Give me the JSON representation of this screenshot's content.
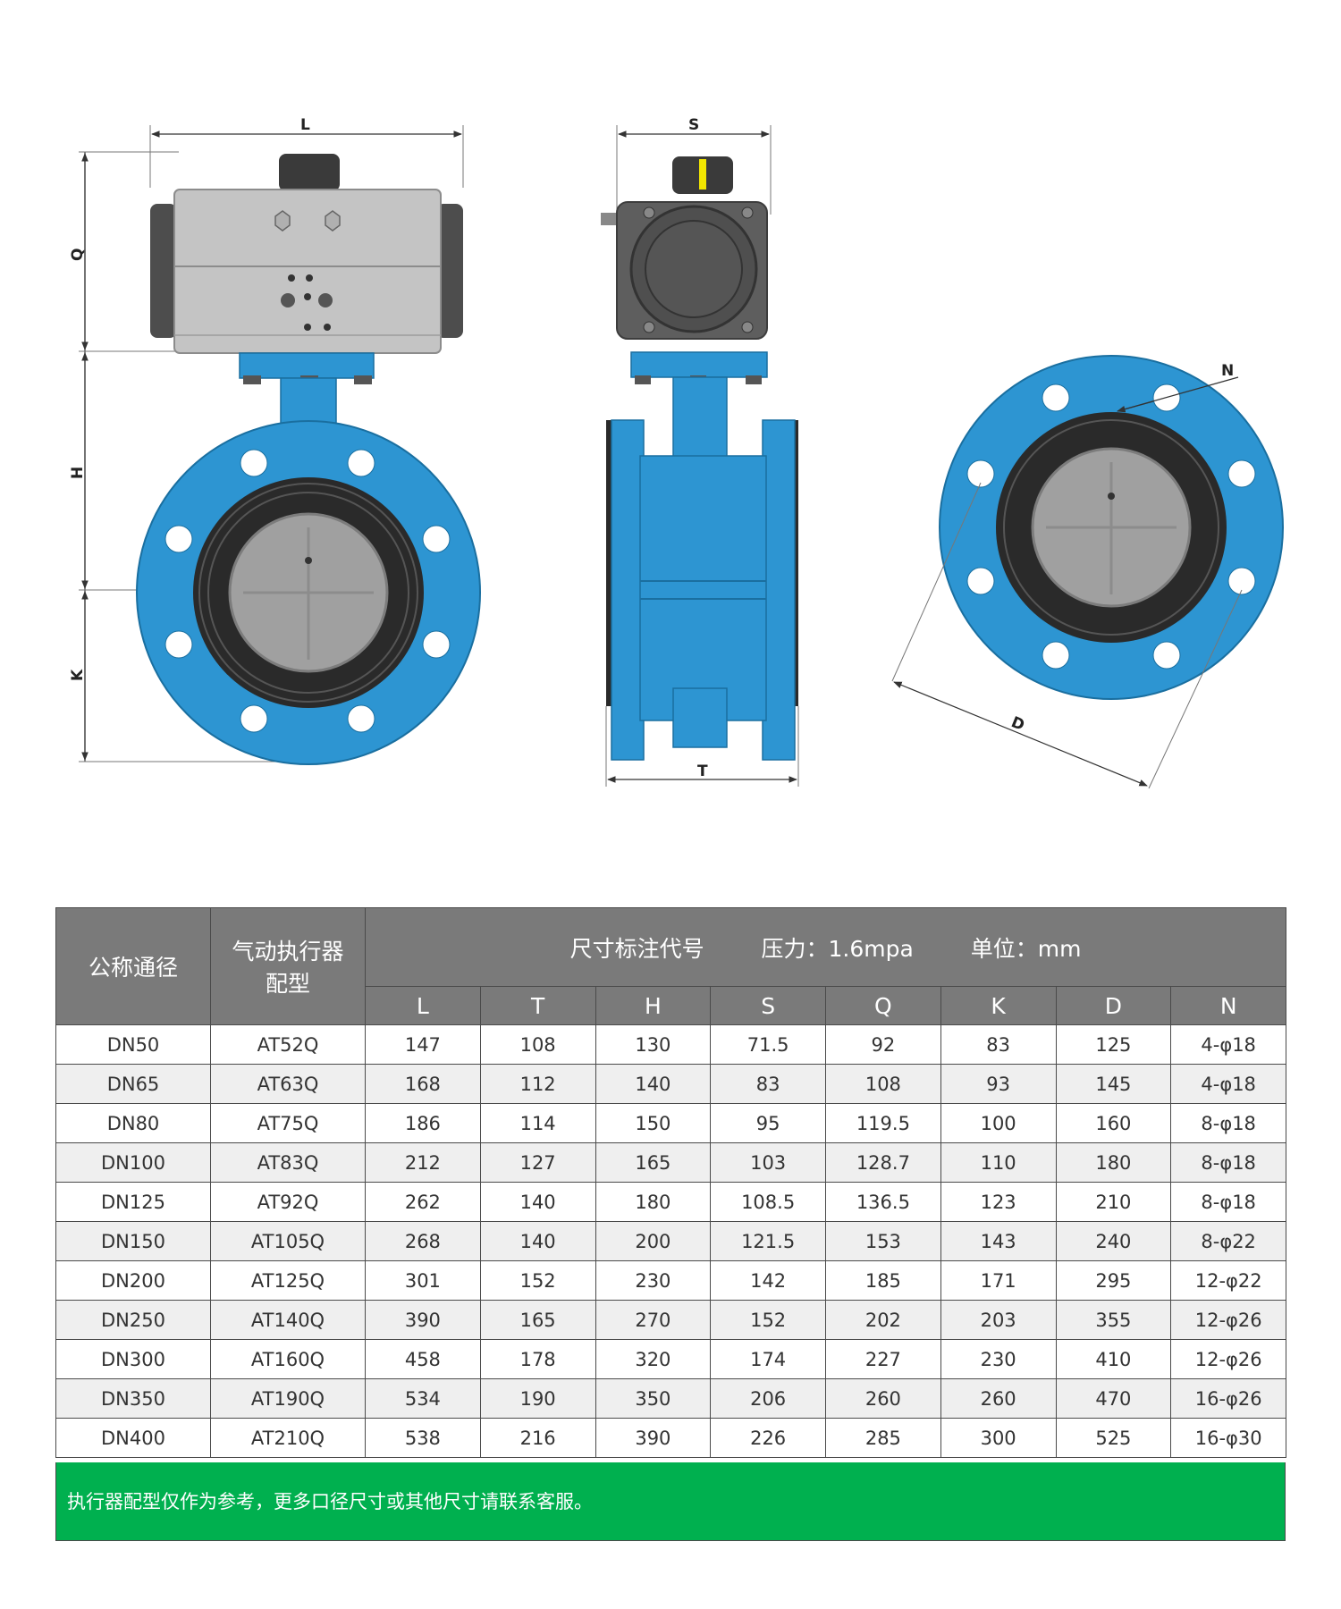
{
  "drawing": {
    "dimension_labels": {
      "L": "L",
      "Q": "Q",
      "H": "H",
      "K": "K",
      "S": "S",
      "T": "T",
      "N": "N",
      "D": "D"
    },
    "colors": {
      "body_blue": "#2d95d2",
      "liner_black": "#2a2a2a",
      "disc_gray": "#a0a0a0",
      "actuator_gray": "#c4c4c4",
      "indicator_yellow": "#f2e600"
    }
  },
  "table": {
    "header": {
      "nominal": "公称通径",
      "actuator_line1": "气动执行器",
      "actuator_line2": "配型",
      "dimension_code": "尺寸标注代号",
      "pressure": "压力：1.6mpa",
      "unit": "单位：mm"
    },
    "columns": [
      "L",
      "T",
      "H",
      "S",
      "Q",
      "K",
      "D",
      "N"
    ],
    "rows": [
      [
        "DN50",
        "AT52Q",
        "147",
        "108",
        "130",
        "71.5",
        "92",
        "83",
        "125",
        "4-φ18"
      ],
      [
        "DN65",
        "AT63Q",
        "168",
        "112",
        "140",
        "83",
        "108",
        "93",
        "145",
        "4-φ18"
      ],
      [
        "DN80",
        "AT75Q",
        "186",
        "114",
        "150",
        "95",
        "119.5",
        "100",
        "160",
        "8-φ18"
      ],
      [
        "DN100",
        "AT83Q",
        "212",
        "127",
        "165",
        "103",
        "128.7",
        "110",
        "180",
        "8-φ18"
      ],
      [
        "DN125",
        "AT92Q",
        "262",
        "140",
        "180",
        "108.5",
        "136.5",
        "123",
        "210",
        "8-φ18"
      ],
      [
        "DN150",
        "AT105Q",
        "268",
        "140",
        "200",
        "121.5",
        "153",
        "143",
        "240",
        "8-φ22"
      ],
      [
        "DN200",
        "AT125Q",
        "301",
        "152",
        "230",
        "142",
        "185",
        "171",
        "295",
        "12-φ22"
      ],
      [
        "DN250",
        "AT140Q",
        "390",
        "165",
        "270",
        "152",
        "202",
        "203",
        "355",
        "12-φ26"
      ],
      [
        "DN300",
        "AT160Q",
        "458",
        "178",
        "320",
        "174",
        "227",
        "230",
        "410",
        "12-φ26"
      ],
      [
        "DN350",
        "AT190Q",
        "534",
        "190",
        "350",
        "206",
        "260",
        "260",
        "470",
        "16-φ26"
      ],
      [
        "DN400",
        "AT210Q",
        "538",
        "216",
        "390",
        "226",
        "285",
        "300",
        "525",
        "16-φ30"
      ]
    ]
  },
  "note": "执行器配型仅作为参考，更多口径尺寸或其他尺寸请联系客服。"
}
